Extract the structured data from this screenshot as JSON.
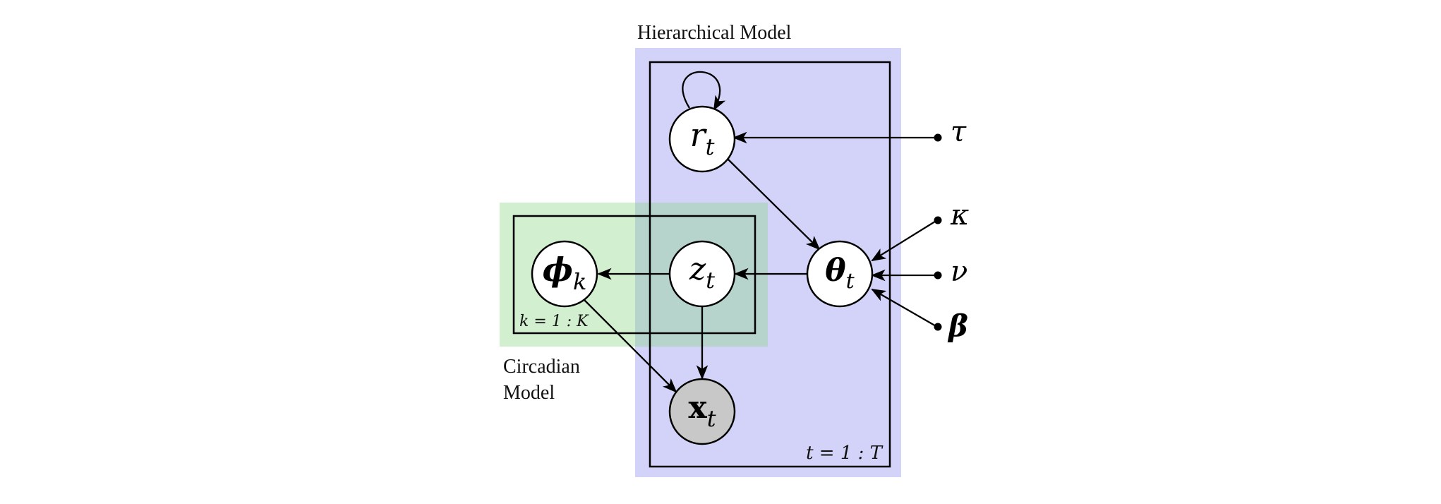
{
  "title_hierarchical": "Hierarchical Model",
  "title_circadian_line1": "Circadian",
  "title_circadian_line2": "Model",
  "plate_t_label": "t = 1 : T",
  "plate_k_label": "k = 1 : K",
  "nodes": {
    "r": {
      "symbol": "r",
      "subscript": "t",
      "observed": false
    },
    "theta": {
      "symbol": "θ",
      "subscript": "t",
      "observed": false
    },
    "z": {
      "symbol": "z",
      "subscript": "t",
      "observed": false
    },
    "phi": {
      "symbol": "ϕ",
      "subscript": "k",
      "observed": false
    },
    "x": {
      "symbol": "x",
      "subscript": "t",
      "observed": true
    }
  },
  "hyperparameters": {
    "tau": "τ",
    "kappa": "κ",
    "nu": "ν",
    "beta": "β"
  },
  "colors": {
    "hierarchical_region": "#d3d3f9",
    "circadian_region": "#d2efcf",
    "overlap_region": "#b6d4cc",
    "observed_node": "#c8c8c8",
    "edge": "#000000"
  }
}
